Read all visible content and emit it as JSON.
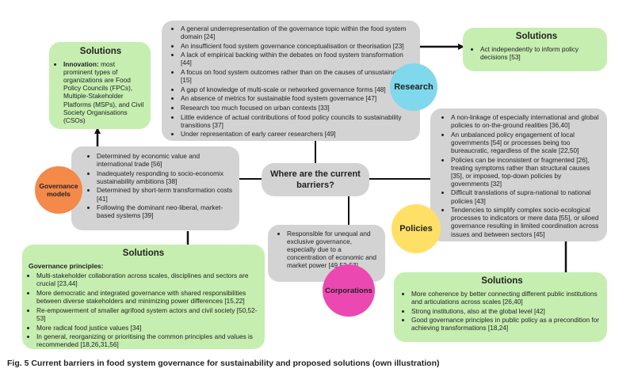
{
  "center_question": "Where are the current barriers?",
  "nodes": {
    "research": "Research",
    "governance_models": "Governance models",
    "policies": "Policies",
    "corporations": "Corporations"
  },
  "research_barriers": [
    "A general underrepresentation of the governance topic within the food system domain [24]",
    "An insufficient food system governance conceptualisation or theorisation [23]",
    "A lack of empirical backing within the debates on food system transformation [44]",
    "A focus on food system outcomes rather than on the causes of unsustainability [15]",
    "A gap of knowledge of multi-scale or networked governance forms [48]",
    "An absence of metrics for sustainable food system governance [47]",
    "Research too much focused on urban contexts [33]",
    "Little evidence of actual contributions of food policy councils to sustainability transitions [37]",
    "Under representation of early career researchers [49]"
  ],
  "research_solutions": {
    "title": "Solutions",
    "items": [
      "Act independently to inform policy decisions [53]"
    ]
  },
  "governance_barriers": [
    "Determined by economic value and international trade [56]",
    "Inadequately responding to socio-economix sustainability ambitions [38]",
    "Determined by short-term transformation costs [41]",
    "Following the dominant neo-liberal, market-based systems [39]"
  ],
  "innovation_solutions": {
    "title": "Solutions",
    "label": "Innovation:",
    "text": " most prominent types of organizations are Food Policy Councils (FPCs), Multiple-Stakeholder Platforms (MSPs), and Civil Society Organisations (CSOs)"
  },
  "governance_solutions": {
    "title": "Solutions",
    "subtitle": "Governance principles:",
    "items": [
      "Multi-stakeholder collaboration across scales, disciplines and sectors are crucial  [23,44]",
      "More democratic and integrated governance with shared responsibilities between diverse stakeholders and minimizing power differences [15,22]",
      "Re-empowerment of smaller agrifood system actors and civil society [50,52-53]",
      "More radical food justice values [34]",
      "In general, reorganizing or prioritising the common principles and values is recommended [18,26,31,56]"
    ]
  },
  "corporations_barriers": [
    "Responsible for unequal and exclusive governance, especially due to a concentration of economic and market power [49,52-53]"
  ],
  "policies_barriers": [
    "A non-linkage of especially international and global policies to on-the-ground realities  [36,40]",
    "An unbalanced policy engagement of local governments [54] or processes being too bureaucratic, regardless of the scale [22,50]",
    "Policies can be inconsistent or fragmented [26], treating symptoms rather than structural causes [35], or imposed, top-down policies by governments [32]",
    "Difficult translations of supra-national to national policies [43]",
    " Tendencies to simplify complex socio-ecological processes to indicators or mere data [55], or siloed governance resulting in limited coordination across issues and between sectors [45]"
  ],
  "policies_solutions": {
    "title": "Solutions",
    "items": [
      "More coherence by better connecting different public institutions and articulations across scales [26,40]",
      "Strong institutions, also at the global level [42]",
      "Good governance principles in public policy as a precondition for achieving transformations [18,24]"
    ]
  },
  "caption": "Fig. 5  Current barriers in food system governance for sustainability and proposed solutions (own illustration)",
  "colors": {
    "grey_box": "#d3d3d3",
    "green_box": "#c6eeb0",
    "research_circle": "#7fd8ec",
    "governance_circle": "#f5894a",
    "policies_circle": "#ffe066",
    "corporations_circle": "#ec48b2"
  }
}
